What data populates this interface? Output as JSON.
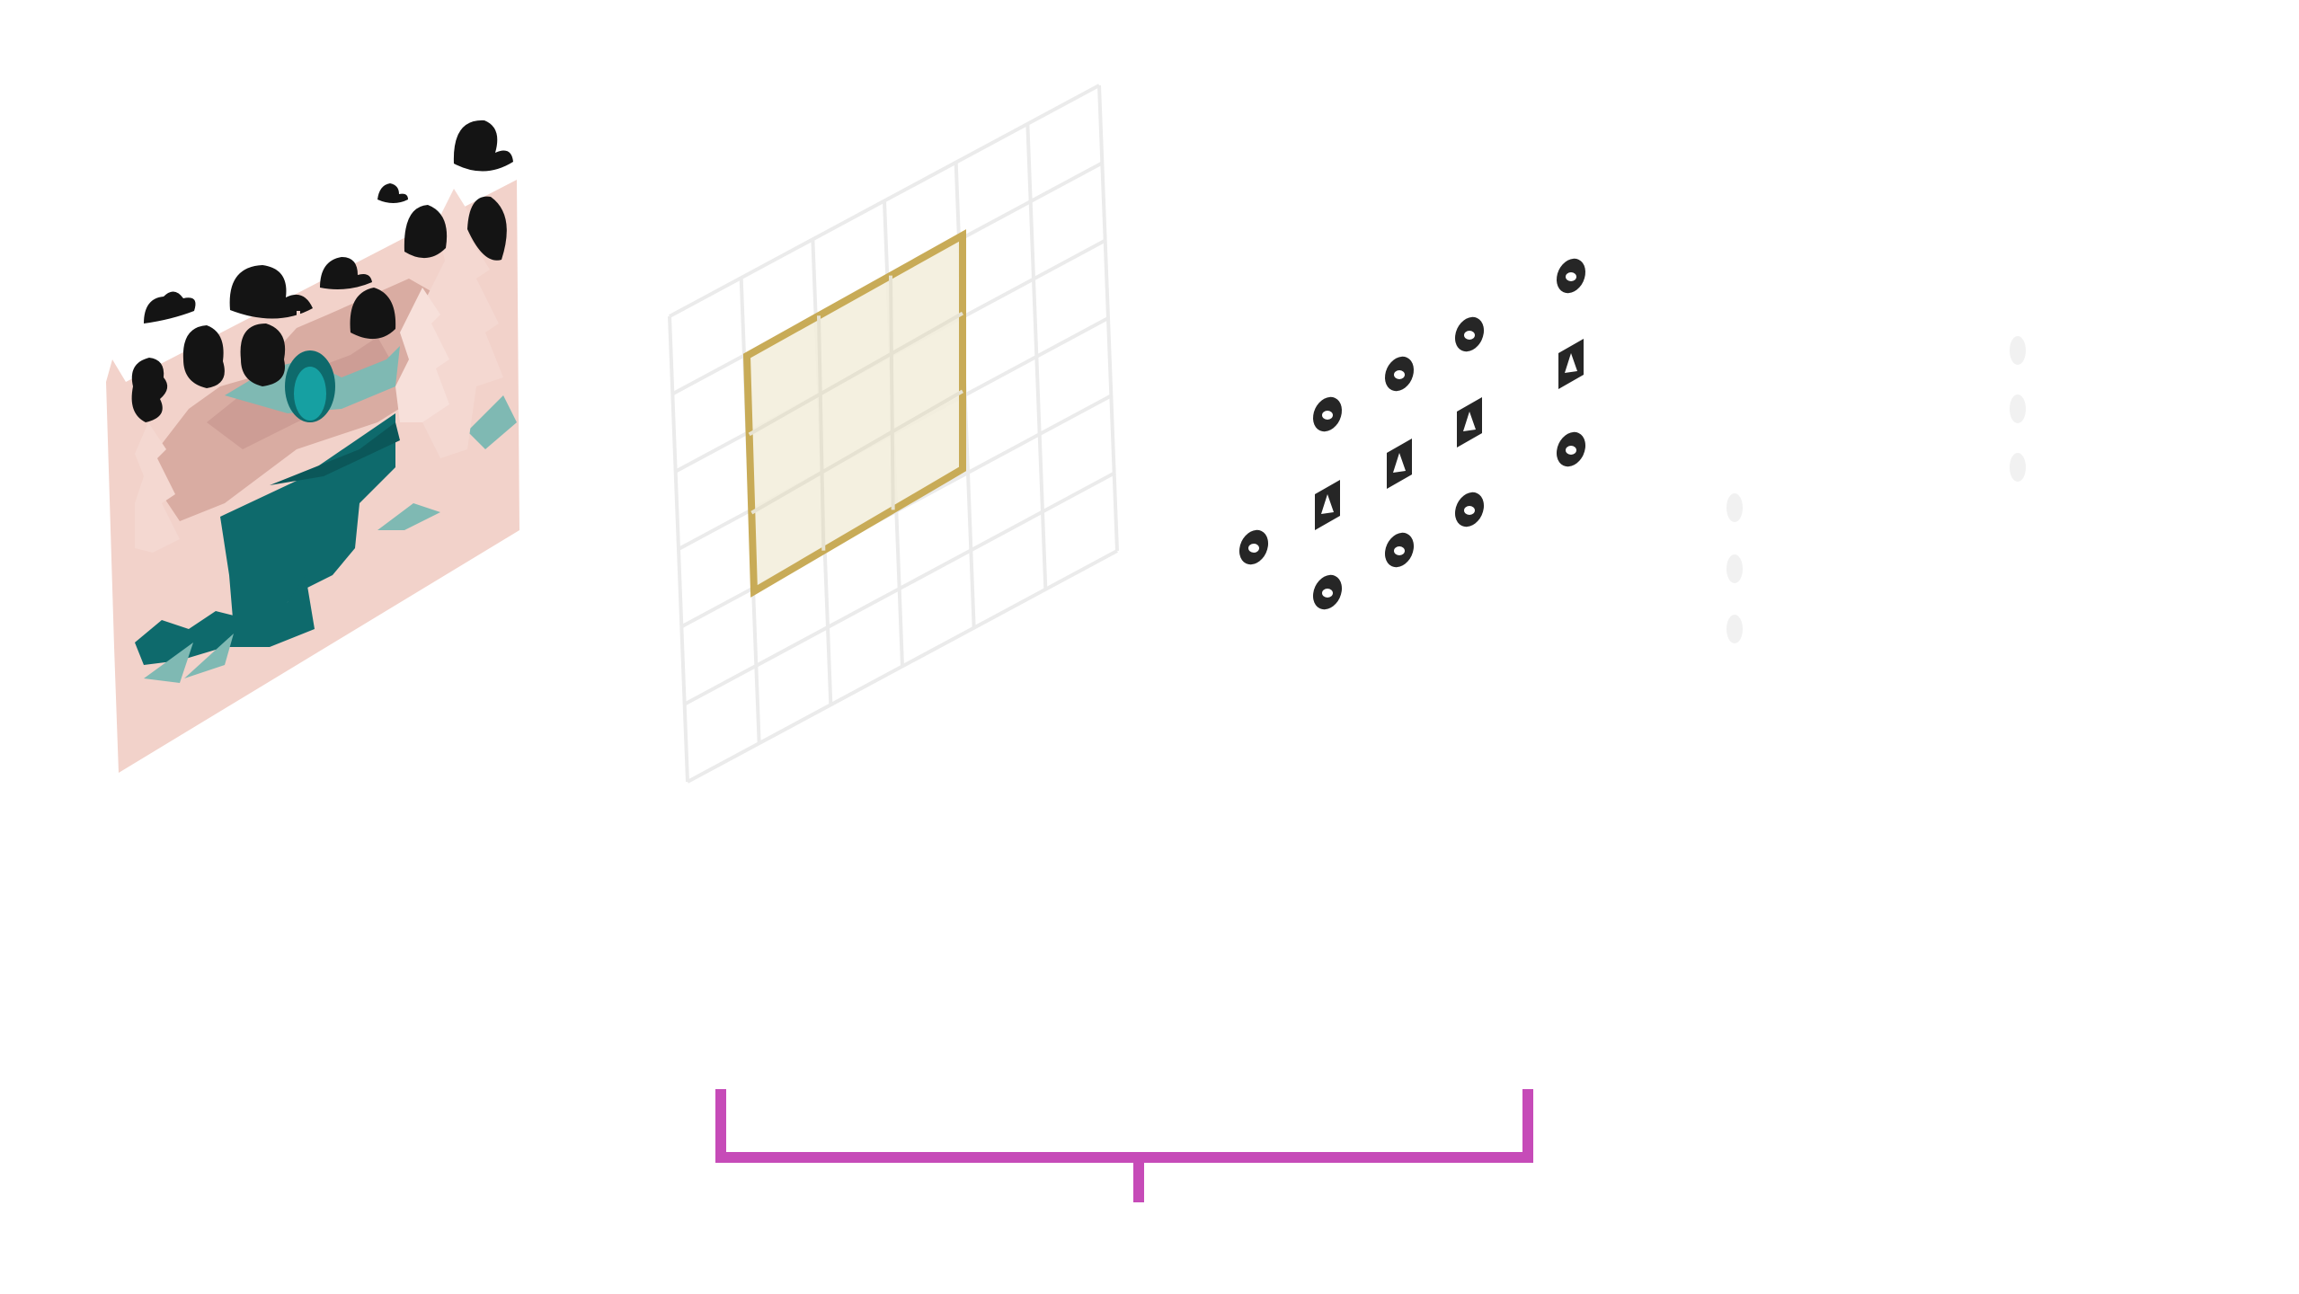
{
  "diagram": {
    "stages": [
      {
        "id": "input-image",
        "description_visible": false
      },
      {
        "id": "kernel-grid",
        "grid_rows": 6,
        "grid_cols": 6,
        "window_rows": 3,
        "window_cols": 3
      },
      {
        "id": "feature-map",
        "glyph_rows": 3,
        "glyph_cols": 4
      },
      {
        "id": "faded-output",
        "faded_dots": 6
      }
    ],
    "bracket": {
      "present": true
    },
    "colors": {
      "background": "#ffffff",
      "picture_pink": "#f2d2ca",
      "picture_pink_dark": "#d9aca2",
      "picture_teal": "#0e6a6c",
      "picture_teal_light": "#7fb9b3",
      "cloud_black": "#141414",
      "grid_line": "#ebebeb",
      "window_stroke": "#c8ab57",
      "window_fill": "#f3eedd",
      "glyph_dark": "#262626",
      "faded": "#f1f1f1",
      "bracket": "#c64bb8"
    }
  }
}
